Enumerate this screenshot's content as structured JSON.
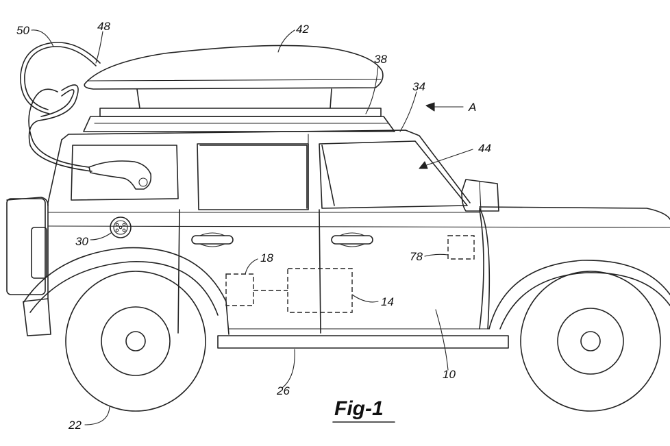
{
  "figure": {
    "caption": "Fig-1",
    "reference_labels": [
      {
        "key": "r50",
        "text": "50"
      },
      {
        "key": "r48",
        "text": "48"
      },
      {
        "key": "r42",
        "text": "42"
      },
      {
        "key": "r38",
        "text": "38"
      },
      {
        "key": "r34",
        "text": "34"
      },
      {
        "key": "rA",
        "text": "A"
      },
      {
        "key": "r44",
        "text": "44"
      },
      {
        "key": "r30",
        "text": "30"
      },
      {
        "key": "r18",
        "text": "18"
      },
      {
        "key": "r78",
        "text": "78"
      },
      {
        "key": "r14",
        "text": "14"
      },
      {
        "key": "r10",
        "text": "10"
      },
      {
        "key": "r26",
        "text": "26"
      },
      {
        "key": "r22",
        "text": "22"
      }
    ]
  }
}
